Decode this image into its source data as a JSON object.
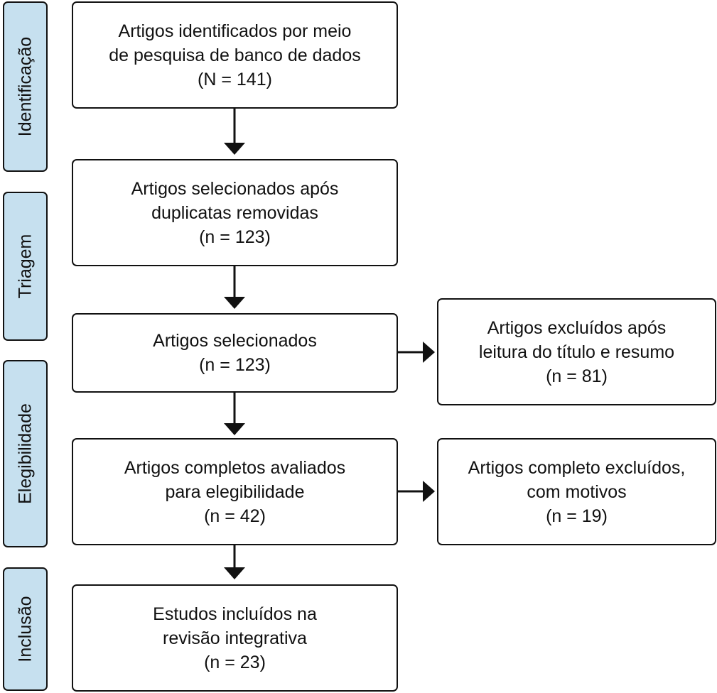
{
  "stages": {
    "identificacao": "Identificação",
    "triagem": "Triagem",
    "elegibilidade": "Elegibilidade",
    "inclusao": "Inclusão"
  },
  "boxes": {
    "identificados": {
      "line1": "Artigos identificados por meio",
      "line2": "de pesquisa de banco de dados",
      "count": "(N = 141)"
    },
    "sem_duplicatas": {
      "line1": "Artigos selecionados após",
      "line2": "duplicatas removidas",
      "count": "(n = 123)"
    },
    "selecionados": {
      "line1": "Artigos selecionados",
      "count": "(n = 123)"
    },
    "excluidos_titulo": {
      "line1": "Artigos excluídos após",
      "line2": "leitura do título e resumo",
      "count": "(n = 81)"
    },
    "completos_avaliados": {
      "line1": "Artigos completos avaliados",
      "line2": "para elegibilidade",
      "count": "(n = 42)"
    },
    "completos_excluidos": {
      "line1": "Artigos completo excluídos,",
      "line2": "com motivos",
      "count": "(n = 19)"
    },
    "incluidos": {
      "line1": "Estudos incluídos na",
      "line2": "revisão integrativa",
      "count": "(n = 23)"
    }
  },
  "colors": {
    "stage_fill": "#c6e0ef",
    "border": "#111111",
    "box_fill": "#ffffff"
  }
}
